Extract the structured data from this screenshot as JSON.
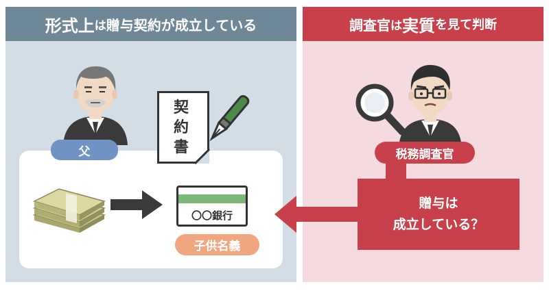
{
  "left_panel": {
    "header_big": "形式上",
    "header_small": "は",
    "header_rest": "贈与契約が成立している",
    "father_label": "父",
    "contract_text": [
      "契",
      "約",
      "書"
    ],
    "bank_name": "〇〇銀行",
    "child_label": "子供名義"
  },
  "right_panel": {
    "header_a": "調査官",
    "header_b": "は",
    "header_c": "実質",
    "header_d": "を見て判断",
    "inspector_label": "税務調査官",
    "question_line1": "贈与は",
    "question_line2": "成立している？"
  },
  "colors": {
    "left_header": "#6f8897",
    "left_bg": "#d2dde5",
    "right_header": "#c8404a",
    "right_bg": "#f5dbe0",
    "father_pill": "#6f93c2",
    "child_pill": "#f0a77f",
    "arrow_red": "#c8404a"
  },
  "icons": [
    "father-icon",
    "pen-icon",
    "money-stack-icon",
    "arrow-right-icon",
    "magnifier-icon",
    "inspector-icon",
    "arrow-left-icon"
  ]
}
